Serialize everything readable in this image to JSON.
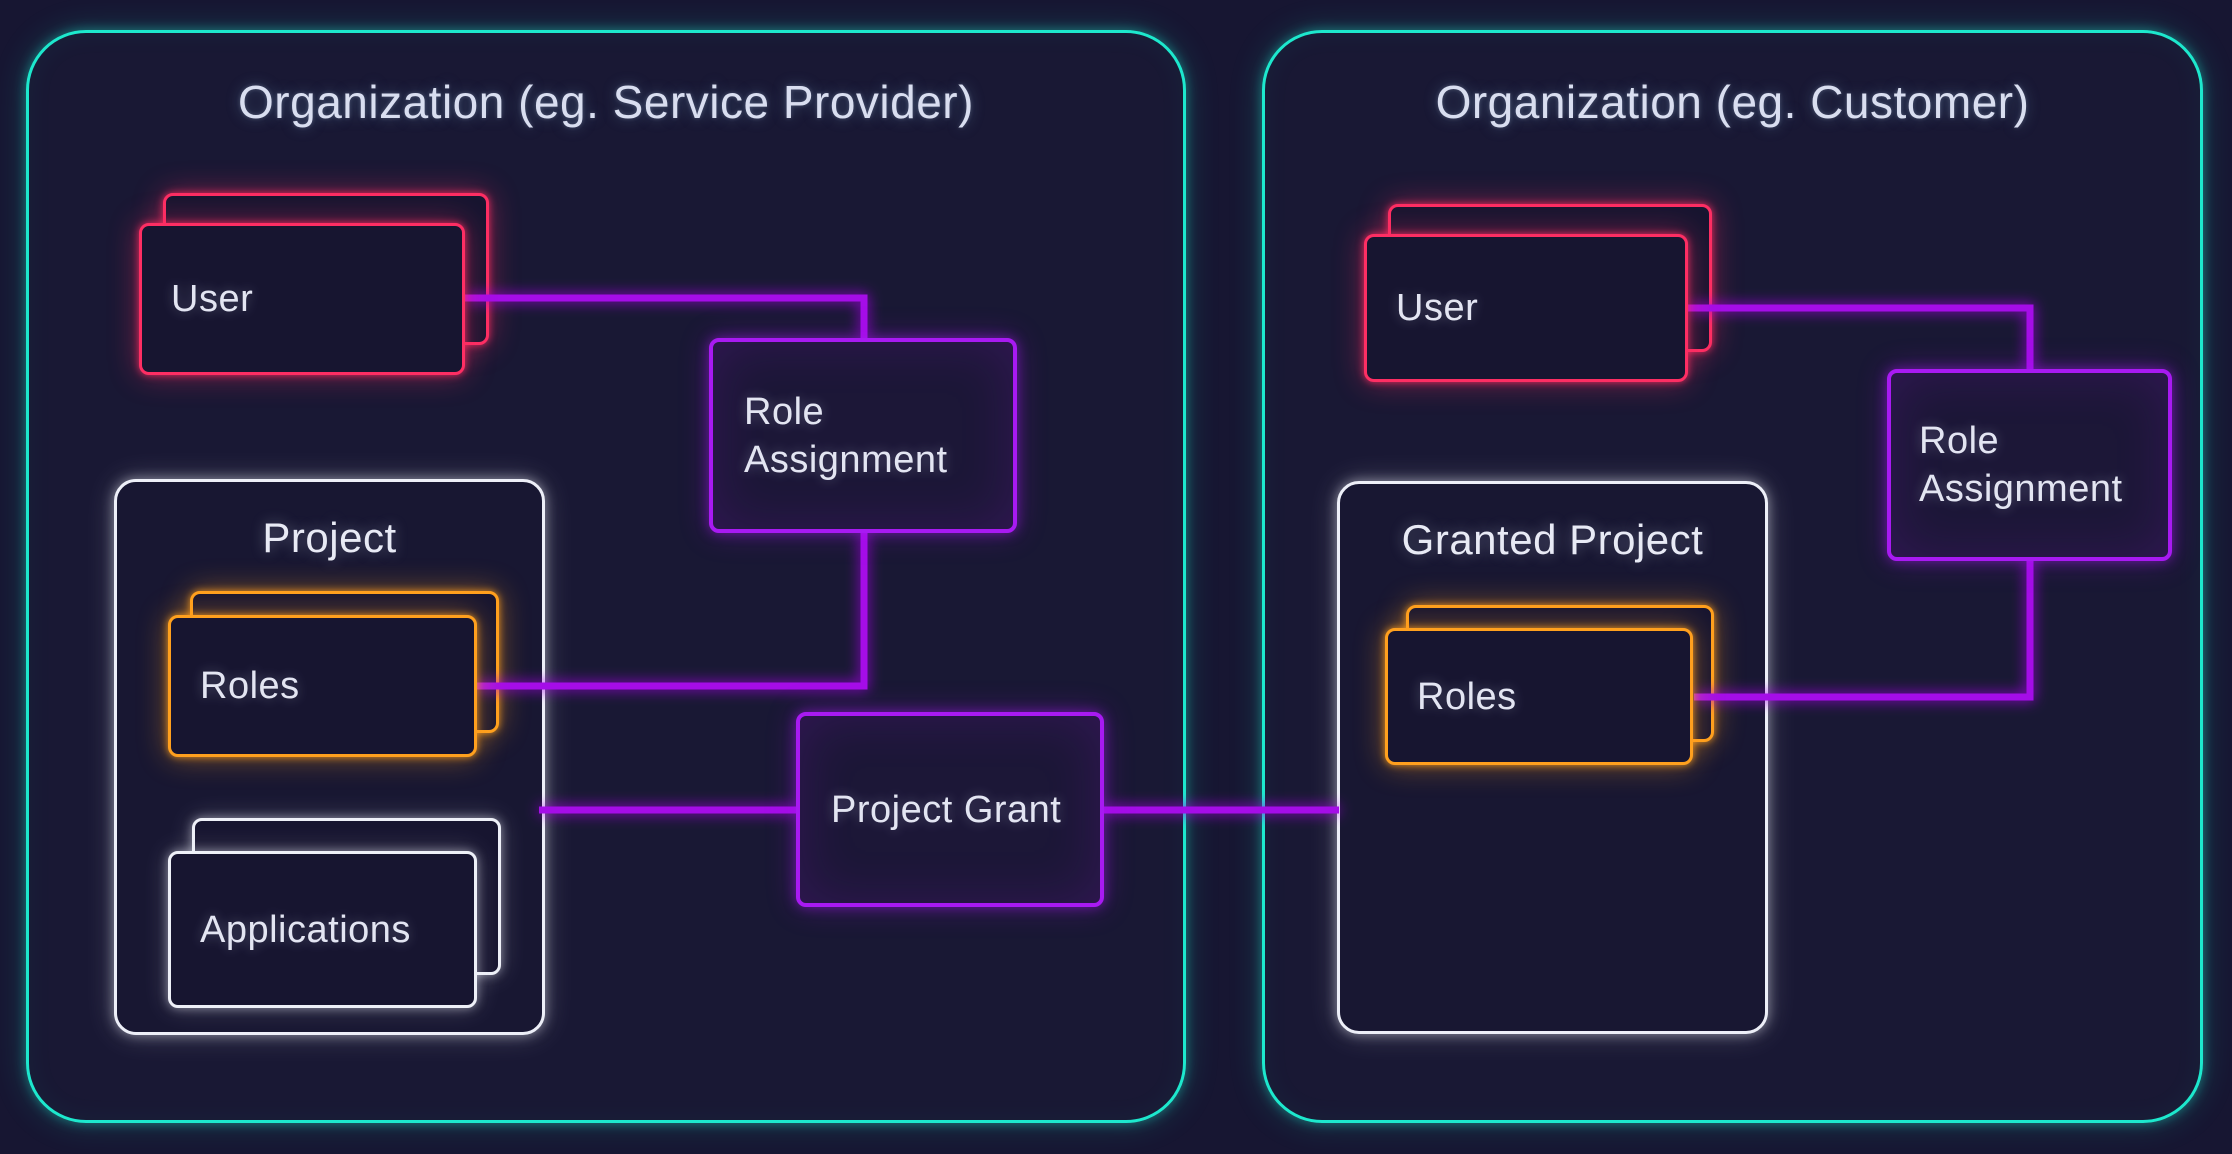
{
  "diagram": {
    "org_left": {
      "title": "Organization (eg. Service Provider)",
      "user": {
        "label": "User"
      },
      "role_assignment": {
        "label": "Role Assignment"
      },
      "project": {
        "title": "Project",
        "roles": {
          "label": "Roles"
        },
        "applications": {
          "label": "Applications"
        }
      }
    },
    "org_right": {
      "title": "Organization (eg. Customer)",
      "user": {
        "label": "User"
      },
      "role_assignment": {
        "label": "Role Assignment"
      },
      "granted_project": {
        "title": "Granted Project",
        "roles": {
          "label": "Roles"
        }
      }
    },
    "project_grant": {
      "label": "Project Grant"
    },
    "connections": [
      {
        "from": "org_left.user",
        "to": "org_left.role_assignment"
      },
      {
        "from": "org_left.role_assignment",
        "to": "org_left.project.roles"
      },
      {
        "from": "org_left.project",
        "to": "project_grant"
      },
      {
        "from": "project_grant",
        "to": "org_right.granted_project"
      },
      {
        "from": "org_right.user",
        "to": "org_right.role_assignment"
      },
      {
        "from": "org_right.role_assignment",
        "to": "org_right.granted_project.roles"
      }
    ],
    "colors": {
      "background": "#171632",
      "organization_border": "#1de8cd",
      "user_border": "#fd2e63",
      "roles_border": "#ffa01e",
      "project_border": "#edeff8",
      "assignment_border": "#a81af2",
      "connector": "#a50de8",
      "text": "#e3e5f2"
    }
  }
}
